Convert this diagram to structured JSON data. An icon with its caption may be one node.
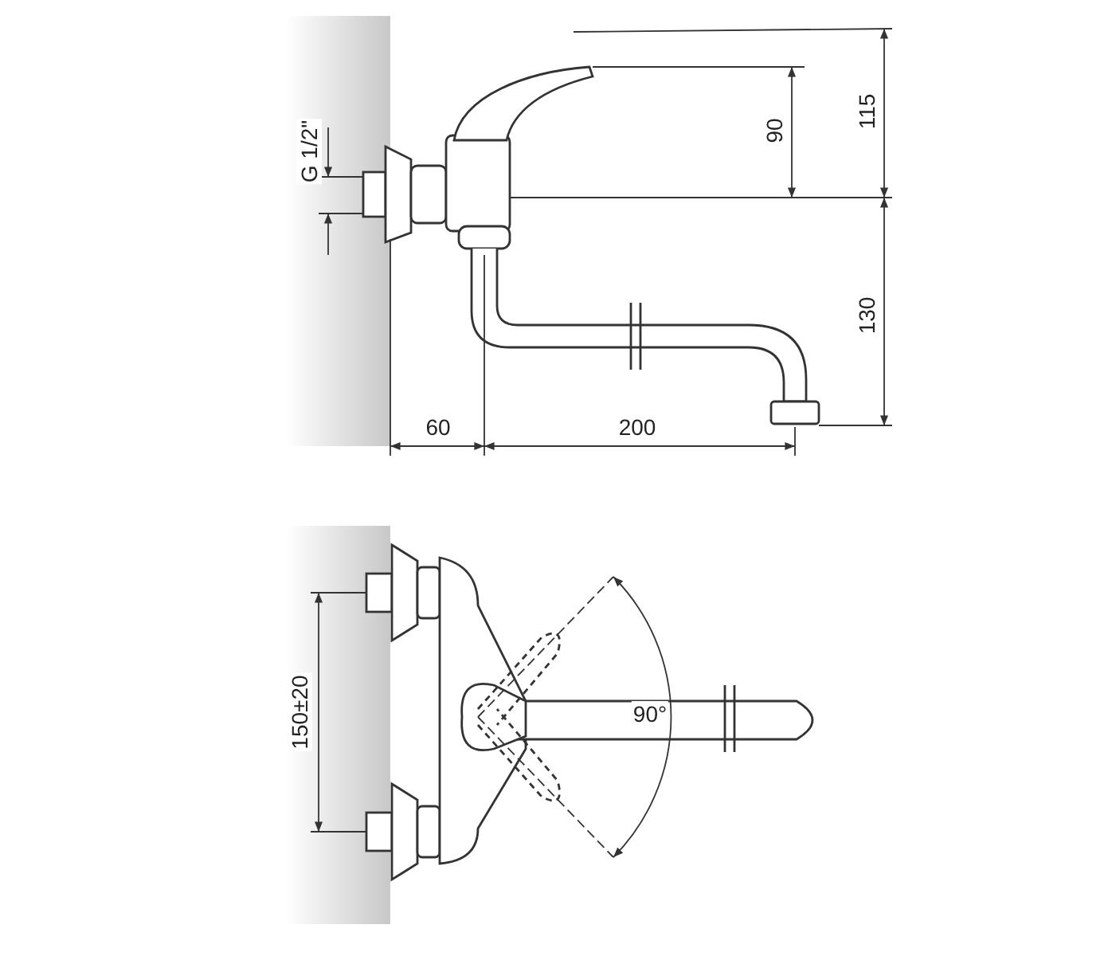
{
  "diagram": {
    "labels": [
      "G 1/2\"",
      "90",
      "115",
      "130",
      "60",
      "200",
      "150±20",
      "90°"
    ]
  }
}
